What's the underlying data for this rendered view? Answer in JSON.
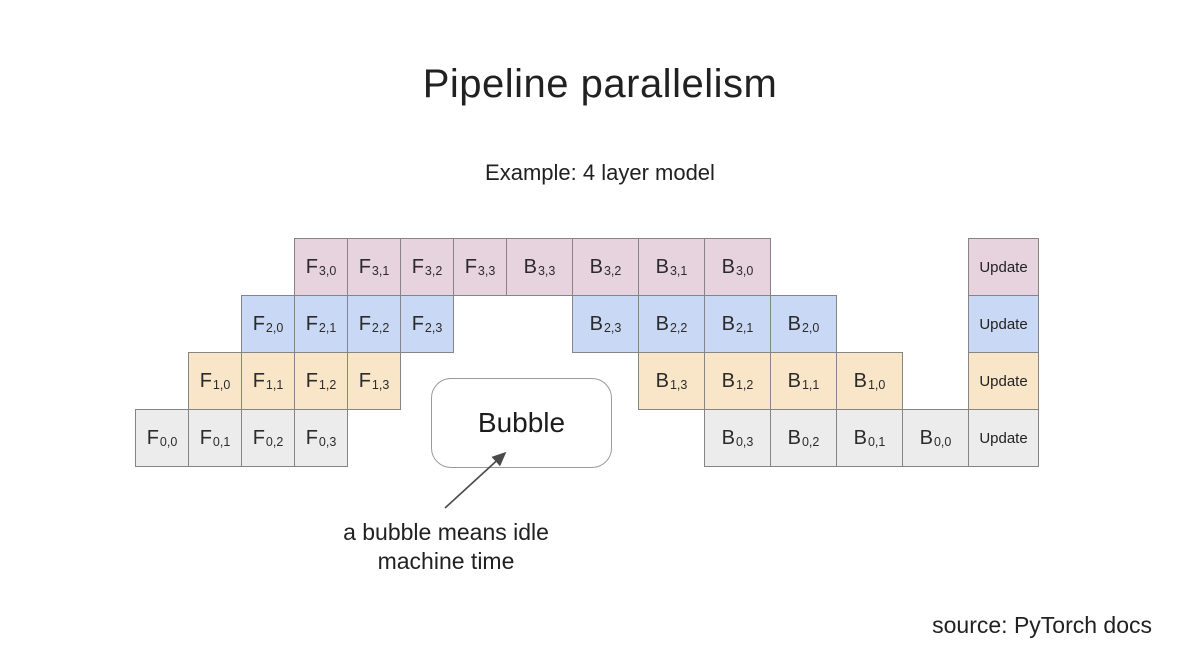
{
  "page": {
    "title": "Pipeline parallelism",
    "subtitle": "Example: 4 layer model",
    "source_credit": "source: PyTorch docs"
  },
  "bubble": {
    "label": "Bubble",
    "annotation": [
      "a bubble means idle",
      "machine time"
    ]
  },
  "colors": {
    "device3": "#e7d3de",
    "device2": "#c9d8f5",
    "device1": "#f9e6c8",
    "device0": "#ececec",
    "cell_border": "#858585",
    "arrow": "#4a4a4a"
  },
  "grid": {
    "update_label": "Update",
    "rows": [
      {
        "name": "device-3",
        "color": "#e7d3de",
        "forward": [
          {
            "m": "F",
            "s": "3,0"
          },
          {
            "m": "F",
            "s": "3,1"
          },
          {
            "m": "F",
            "s": "3,2"
          },
          {
            "m": "F",
            "s": "3,3"
          }
        ],
        "backward": [
          {
            "m": "B",
            "s": "3,3"
          },
          {
            "m": "B",
            "s": "3,2"
          },
          {
            "m": "B",
            "s": "3,1"
          },
          {
            "m": "B",
            "s": "3,0"
          }
        ]
      },
      {
        "name": "device-2",
        "color": "#c9d8f5",
        "forward": [
          {
            "m": "F",
            "s": "2,0"
          },
          {
            "m": "F",
            "s": "2,1"
          },
          {
            "m": "F",
            "s": "2,2"
          },
          {
            "m": "F",
            "s": "2,3"
          }
        ],
        "backward": [
          {
            "m": "B",
            "s": "2,3"
          },
          {
            "m": "B",
            "s": "2,2"
          },
          {
            "m": "B",
            "s": "2,1"
          },
          {
            "m": "B",
            "s": "2,0"
          }
        ]
      },
      {
        "name": "device-1",
        "color": "#f9e6c8",
        "forward": [
          {
            "m": "F",
            "s": "1,0"
          },
          {
            "m": "F",
            "s": "1,1"
          },
          {
            "m": "F",
            "s": "1,2"
          },
          {
            "m": "F",
            "s": "1,3"
          }
        ],
        "backward": [
          {
            "m": "B",
            "s": "1,3"
          },
          {
            "m": "B",
            "s": "1,2"
          },
          {
            "m": "B",
            "s": "1,1"
          },
          {
            "m": "B",
            "s": "1,0"
          }
        ]
      },
      {
        "name": "device-0",
        "color": "#ececec",
        "forward": [
          {
            "m": "F",
            "s": "0,0"
          },
          {
            "m": "F",
            "s": "0,1"
          },
          {
            "m": "F",
            "s": "0,2"
          },
          {
            "m": "F",
            "s": "0,3"
          }
        ],
        "backward": [
          {
            "m": "B",
            "s": "0,3"
          },
          {
            "m": "B",
            "s": "0,2"
          },
          {
            "m": "B",
            "s": "0,1"
          },
          {
            "m": "B",
            "s": "0,0"
          }
        ]
      }
    ]
  }
}
